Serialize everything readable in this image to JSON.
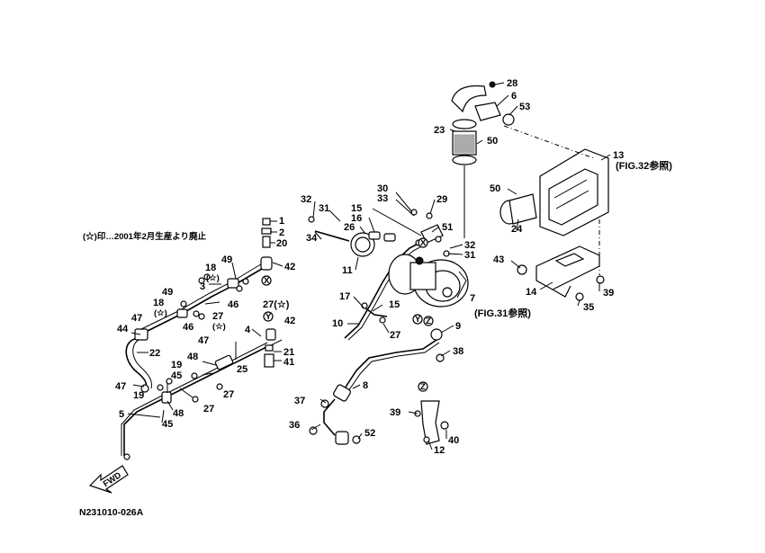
{
  "diagram": {
    "note": "(☆)印…2001年2月生産より廃止",
    "drawing_code": "N231010-026A",
    "fwd_label": "FWD",
    "references": {
      "fig32": "(FIG.32参照)",
      "fig31": "(FIG.31参照)"
    },
    "callouts": [
      {
        "id": "c1",
        "text": "1"
      },
      {
        "id": "c2",
        "text": "2"
      },
      {
        "id": "c20",
        "text": "20"
      },
      {
        "id": "c42a",
        "text": "42"
      },
      {
        "id": "c42b",
        "text": "42"
      },
      {
        "id": "c27star",
        "text": "27(☆)"
      },
      {
        "id": "c4",
        "text": "4"
      },
      {
        "id": "c21",
        "text": "21"
      },
      {
        "id": "c41",
        "text": "41"
      },
      {
        "id": "c49a",
        "text": "49"
      },
      {
        "id": "c18a",
        "text": "18"
      },
      {
        "id": "c18astar",
        "text": "(☆)"
      },
      {
        "id": "c3",
        "text": "3"
      },
      {
        "id": "c46a",
        "text": "46"
      },
      {
        "id": "c49b",
        "text": "49"
      },
      {
        "id": "c18b",
        "text": "18"
      },
      {
        "id": "c18bstar",
        "text": "(☆)"
      },
      {
        "id": "c27a",
        "text": "27"
      },
      {
        "id": "c27astar",
        "text": "(☆)"
      },
      {
        "id": "c46b",
        "text": "46"
      },
      {
        "id": "c47a",
        "text": "47"
      },
      {
        "id": "c44",
        "text": "44"
      },
      {
        "id": "c22",
        "text": "22"
      },
      {
        "id": "c47b",
        "text": "47"
      },
      {
        "id": "c25",
        "text": "25"
      },
      {
        "id": "c48a",
        "text": "48"
      },
      {
        "id": "c19a",
        "text": "19"
      },
      {
        "id": "c45a",
        "text": "45"
      },
      {
        "id": "c27b",
        "text": "27"
      },
      {
        "id": "c47c",
        "text": "47"
      },
      {
        "id": "c19b",
        "text": "19"
      },
      {
        "id": "c48b",
        "text": "48"
      },
      {
        "id": "c27c",
        "text": "27"
      },
      {
        "id": "c5",
        "text": "5"
      },
      {
        "id": "c45b",
        "text": "45"
      },
      {
        "id": "c32a",
        "text": "32"
      },
      {
        "id": "c31a",
        "text": "31"
      },
      {
        "id": "c34",
        "text": "34"
      },
      {
        "id": "c30",
        "text": "30"
      },
      {
        "id": "c33",
        "text": "33"
      },
      {
        "id": "c29",
        "text": "29"
      },
      {
        "id": "c15a",
        "text": "15"
      },
      {
        "id": "c16",
        "text": "16"
      },
      {
        "id": "c26",
        "text": "26"
      },
      {
        "id": "c51",
        "text": "51"
      },
      {
        "id": "c32b",
        "text": "32"
      },
      {
        "id": "c31b",
        "text": "31"
      },
      {
        "id": "c11",
        "text": "11"
      },
      {
        "id": "c17",
        "text": "17"
      },
      {
        "id": "c15b",
        "text": "15"
      },
      {
        "id": "c10",
        "text": "10"
      },
      {
        "id": "c27d",
        "text": "27"
      },
      {
        "id": "c7",
        "text": "7"
      },
      {
        "id": "c9",
        "text": "9"
      },
      {
        "id": "c38",
        "text": "38"
      },
      {
        "id": "c8",
        "text": "8"
      },
      {
        "id": "c37",
        "text": "37"
      },
      {
        "id": "c36",
        "text": "36"
      },
      {
        "id": "c52",
        "text": "52"
      },
      {
        "id": "c39a",
        "text": "39"
      },
      {
        "id": "c40",
        "text": "40"
      },
      {
        "id": "c12",
        "text": "12"
      },
      {
        "id": "c28",
        "text": "28"
      },
      {
        "id": "c6",
        "text": "6"
      },
      {
        "id": "c53",
        "text": "53"
      },
      {
        "id": "c23",
        "text": "23"
      },
      {
        "id": "c50a",
        "text": "50"
      },
      {
        "id": "c13",
        "text": "13"
      },
      {
        "id": "c50b",
        "text": "50"
      },
      {
        "id": "c24",
        "text": "24"
      },
      {
        "id": "c43",
        "text": "43"
      },
      {
        "id": "c14",
        "text": "14"
      },
      {
        "id": "c39b",
        "text": "39"
      },
      {
        "id": "c35",
        "text": "35"
      }
    ],
    "markers": [
      {
        "id": "mx1",
        "text": "X"
      },
      {
        "id": "my1",
        "text": "Y"
      },
      {
        "id": "mx2",
        "text": "X"
      },
      {
        "id": "my2",
        "text": "Y"
      },
      {
        "id": "mz1",
        "text": "Z"
      },
      {
        "id": "mz2",
        "text": "Z"
      }
    ]
  }
}
